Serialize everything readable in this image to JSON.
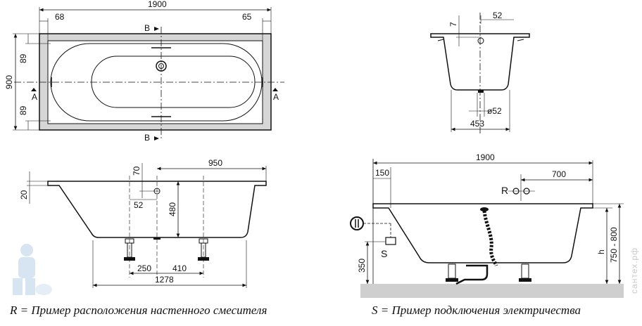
{
  "top_view": {
    "overall_length": "1900",
    "left_margin": "68",
    "right_margin": "65",
    "overall_width": "900",
    "inner_offset_top": "89",
    "inner_offset_bottom": "89",
    "section_a": "A",
    "section_b": "B"
  },
  "cross_section": {
    "drain_offset": "52",
    "rim_height": "7",
    "drain_diameter": "ø52",
    "bottom_width": "453"
  },
  "side_view": {
    "rim_thickness": "20",
    "overflow_offset": "70",
    "overflow_distance": "950",
    "overflow_drain_offset": "52",
    "depth": "480",
    "foot_spacing_left": "250",
    "foot_spacing_right": "410",
    "foot_span": "1278"
  },
  "install_view": {
    "overall_length": "1900",
    "edge_offset": "150",
    "mixer_offset": "700",
    "mixer_label": "R",
    "socket_label": "S",
    "socket_height": "350",
    "height_label": "h",
    "height_range": "750 - 800"
  },
  "captions": {
    "r": "R = Пример расположения настенного смесителя",
    "s": "S = Пример подключения электричества"
  },
  "watermark": "сантех.рф"
}
